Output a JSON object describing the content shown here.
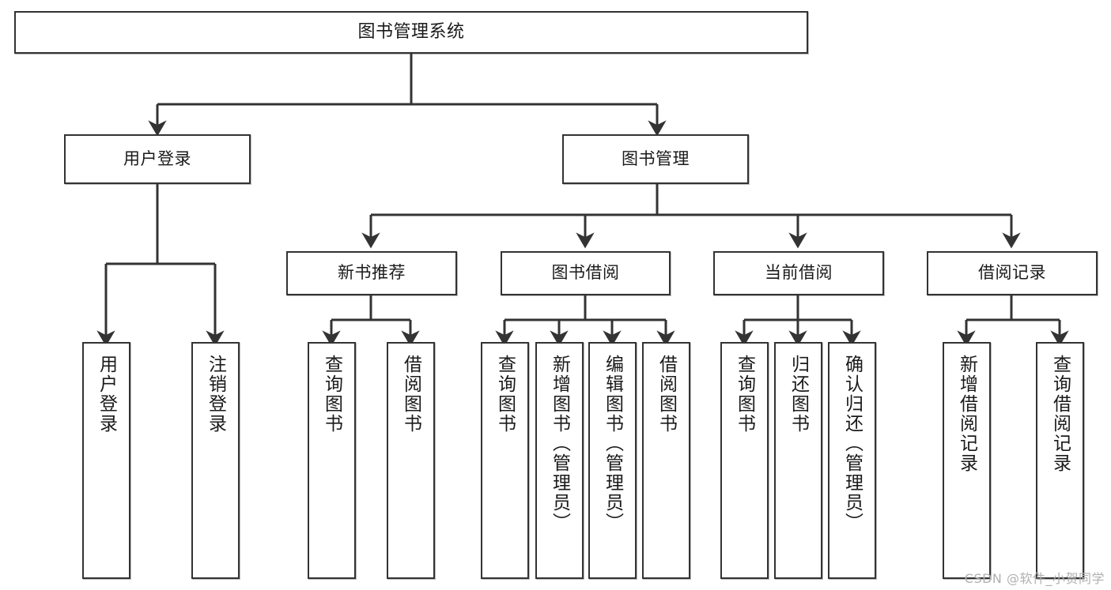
{
  "diagram": {
    "type": "tree-hierarchy",
    "title": "图书管理系统",
    "orientation": "top-down",
    "colors": {
      "node_border": "#333333",
      "node_fill": "#ffffff",
      "edge": "#333333",
      "text": "#1a1a1a",
      "watermark": "#b0b0b0"
    },
    "nodes": {
      "root": {
        "label": "图书管理系统",
        "level": 0,
        "text_orientation": "horizontal"
      },
      "level1": [
        {
          "id": "user-login",
          "label": "用户登录",
          "text_orientation": "horizontal"
        },
        {
          "id": "book-management",
          "label": "图书管理",
          "text_orientation": "horizontal"
        }
      ],
      "level2": [
        {
          "id": "new-book-recommend",
          "label": "新书推荐",
          "parent": "book-management",
          "text_orientation": "horizontal"
        },
        {
          "id": "book-borrow",
          "label": "图书借阅",
          "parent": "book-management",
          "text_orientation": "horizontal"
        },
        {
          "id": "current-borrow",
          "label": "当前借阅",
          "parent": "book-management",
          "text_orientation": "horizontal"
        },
        {
          "id": "borrow-record",
          "label": "借阅记录",
          "parent": "book-management",
          "text_orientation": "horizontal"
        }
      ],
      "leaves": [
        {
          "id": "leaf-user-login",
          "label": "用户登录",
          "parent": "user-login",
          "text_orientation": "vertical"
        },
        {
          "id": "leaf-user-logout",
          "label": "注销登录",
          "parent": "user-login",
          "text_orientation": "vertical"
        },
        {
          "id": "leaf-query-book-1",
          "label": "查询图书",
          "parent": "new-book-recommend",
          "text_orientation": "vertical"
        },
        {
          "id": "leaf-borrow-book-1",
          "label": "借阅图书",
          "parent": "new-book-recommend",
          "text_orientation": "vertical"
        },
        {
          "id": "leaf-query-book-2",
          "label": "查询图书",
          "parent": "book-borrow",
          "text_orientation": "vertical"
        },
        {
          "id": "leaf-add-book",
          "label": "新增图书（管理员）",
          "parent": "book-borrow",
          "text_orientation": "vertical"
        },
        {
          "id": "leaf-edit-book",
          "label": "编辑图书（管理员）",
          "parent": "book-borrow",
          "text_orientation": "vertical"
        },
        {
          "id": "leaf-borrow-book-2",
          "label": "借阅图书",
          "parent": "book-borrow",
          "text_orientation": "vertical"
        },
        {
          "id": "leaf-query-book-3",
          "label": "查询图书",
          "parent": "current-borrow",
          "text_orientation": "vertical"
        },
        {
          "id": "leaf-return-book",
          "label": "归还图书",
          "parent": "current-borrow",
          "text_orientation": "vertical"
        },
        {
          "id": "leaf-confirm-return",
          "label": "确认归还（管理员）",
          "parent": "current-borrow",
          "text_orientation": "vertical"
        },
        {
          "id": "leaf-add-record",
          "label": "新增借阅记录",
          "parent": "borrow-record",
          "text_orientation": "vertical"
        },
        {
          "id": "leaf-query-record",
          "label": "查询借阅记录",
          "parent": "borrow-record",
          "text_orientation": "vertical"
        }
      ]
    },
    "watermark": "CSDN @软件_小贺同学"
  }
}
